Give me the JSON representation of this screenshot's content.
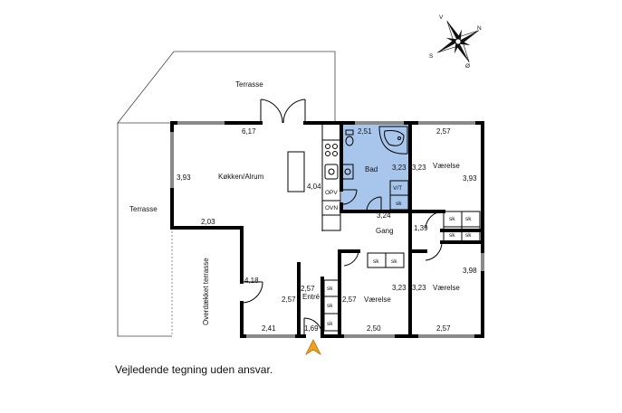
{
  "caption": "Vejledende tegning uden ansvar.",
  "compass": {
    "n": "N",
    "v": "V",
    "s": "S",
    "o": "Ø"
  },
  "rooms": {
    "terrasse_top": "Terrasse",
    "terrasse_left": "Terrasse",
    "overdaekket": "Overdækket terrasse",
    "kokken": "Køkken/Alrum",
    "bad": "Bad",
    "gang": "Gang",
    "entre": "Entré",
    "vaerelse_top": "Værelse",
    "vaerelse_mid": "Værelse",
    "vaerelse_right": "Værelse"
  },
  "fixtures": {
    "opv": "OPV",
    "ovn": "OVN",
    "vt": "V/T",
    "sk": "sk"
  },
  "dimensions": {
    "d617": "6,17",
    "d393a": "3,93",
    "d404": "4,04",
    "d203": "2,03",
    "d418": "4,18",
    "d241": "2,41",
    "d257e": "2,57",
    "d257f": "2,57",
    "d169": "1,69",
    "d251": "2,51",
    "d323a": "3,23",
    "d323b": "3,23",
    "d257a": "2,57",
    "d393b": "3,93",
    "d324": "3,24",
    "d139": "1,39",
    "d398": "3,98",
    "d323c": "3,23",
    "d323d": "3,23",
    "d257g": "2,57",
    "d250": "2,50",
    "d257h": "2,57"
  }
}
